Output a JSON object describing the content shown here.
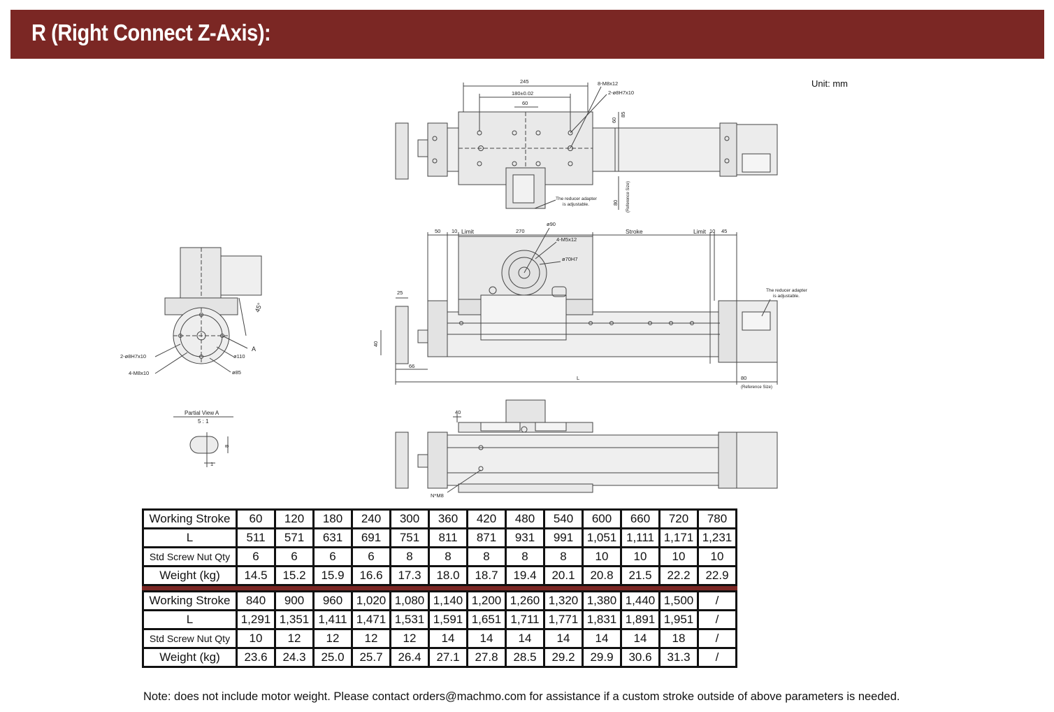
{
  "header": {
    "title": "R (Right Connect Z-Axis):"
  },
  "unit_label": "Unit: mm",
  "drawing": {
    "top_view": {
      "dim_245": "245",
      "dim_180": "180±0.02",
      "dim_60": "60",
      "hole_8m8": "8-M8x12",
      "pin_2": "2-ø8H7x10",
      "dim_60v": "60",
      "dim_85": "85",
      "dim_80": "80",
      "ref_size": "(Reference Size)",
      "adapter_note_1": "The reducer adapter",
      "adapter_note_2": "is adjustable."
    },
    "side_view": {
      "dim_50": "50",
      "dim_10a": "10",
      "limit_a": "Limit",
      "dim_270": "270",
      "dia_90": "ø90",
      "hole_4m5": "4-M5x12",
      "dia_70": "ø70H7",
      "stroke": "Stroke",
      "limit_b": "Limit",
      "dim_10b": "10",
      "dim_45": "45",
      "dim_25": "25",
      "dim_40": "40",
      "dim_66": "66",
      "dim_L": "L",
      "dim_80": "80",
      "ref_size": "(Reference Size)",
      "adapter_note_1": "The reducer adapter",
      "adapter_note_2": "is adjustable."
    },
    "end_view": {
      "angle": "45°",
      "pin": "2-ø8H7x10",
      "hole": "4-M8x10",
      "dia_110": "ø110",
      "dia_85": "ø85",
      "label_a": "A"
    },
    "partial_view": {
      "title": "Partial View A",
      "scale": "5 : 1",
      "dim_8": "8",
      "dim_1": "1"
    },
    "bottom_view": {
      "dim_40": "40",
      "nut_label": "N*M8"
    }
  },
  "table": {
    "block1": [
      {
        "label": "Working Stroke",
        "values": [
          "60",
          "120",
          "180",
          "240",
          "300",
          "360",
          "420",
          "480",
          "540",
          "600",
          "660",
          "720",
          "780"
        ]
      },
      {
        "label": "L",
        "values": [
          "511",
          "571",
          "631",
          "691",
          "751",
          "811",
          "871",
          "931",
          "991",
          "1,051",
          "1,111",
          "1,171",
          "1,231"
        ]
      },
      {
        "label": "Std Screw Nut Qty",
        "values": [
          "6",
          "6",
          "6",
          "6",
          "8",
          "8",
          "8",
          "8",
          "8",
          "10",
          "10",
          "10",
          "10"
        ]
      },
      {
        "label": "Weight (kg)",
        "values": [
          "14.5",
          "15.2",
          "15.9",
          "16.6",
          "17.3",
          "18.0",
          "18.7",
          "19.4",
          "20.1",
          "20.8",
          "21.5",
          "22.2",
          "22.9"
        ]
      }
    ],
    "block2": [
      {
        "label": "Working Stroke",
        "values": [
          "840",
          "900",
          "960",
          "1,020",
          "1,080",
          "1,140",
          "1,200",
          "1,260",
          "1,320",
          "1,380",
          "1,440",
          "1,500",
          "/"
        ]
      },
      {
        "label": "L",
        "values": [
          "1,291",
          "1,351",
          "1,411",
          "1,471",
          "1,531",
          "1,591",
          "1,651",
          "1,711",
          "1,771",
          "1,831",
          "1,891",
          "1,951",
          "/"
        ]
      },
      {
        "label": "Std Screw Nut Qty",
        "values": [
          "10",
          "12",
          "12",
          "12",
          "12",
          "14",
          "14",
          "14",
          "14",
          "14",
          "14",
          "18",
          "/"
        ]
      },
      {
        "label": "Weight (kg)",
        "values": [
          "23.6",
          "24.3",
          "25.0",
          "25.7",
          "26.4",
          "27.1",
          "27.8",
          "28.5",
          "29.2",
          "29.9",
          "30.6",
          "31.3",
          "/"
        ]
      }
    ]
  },
  "note": "Note: does not include motor weight. Please contact orders@machmo.com for assistance if a custom stroke outside of above parameters is needed."
}
